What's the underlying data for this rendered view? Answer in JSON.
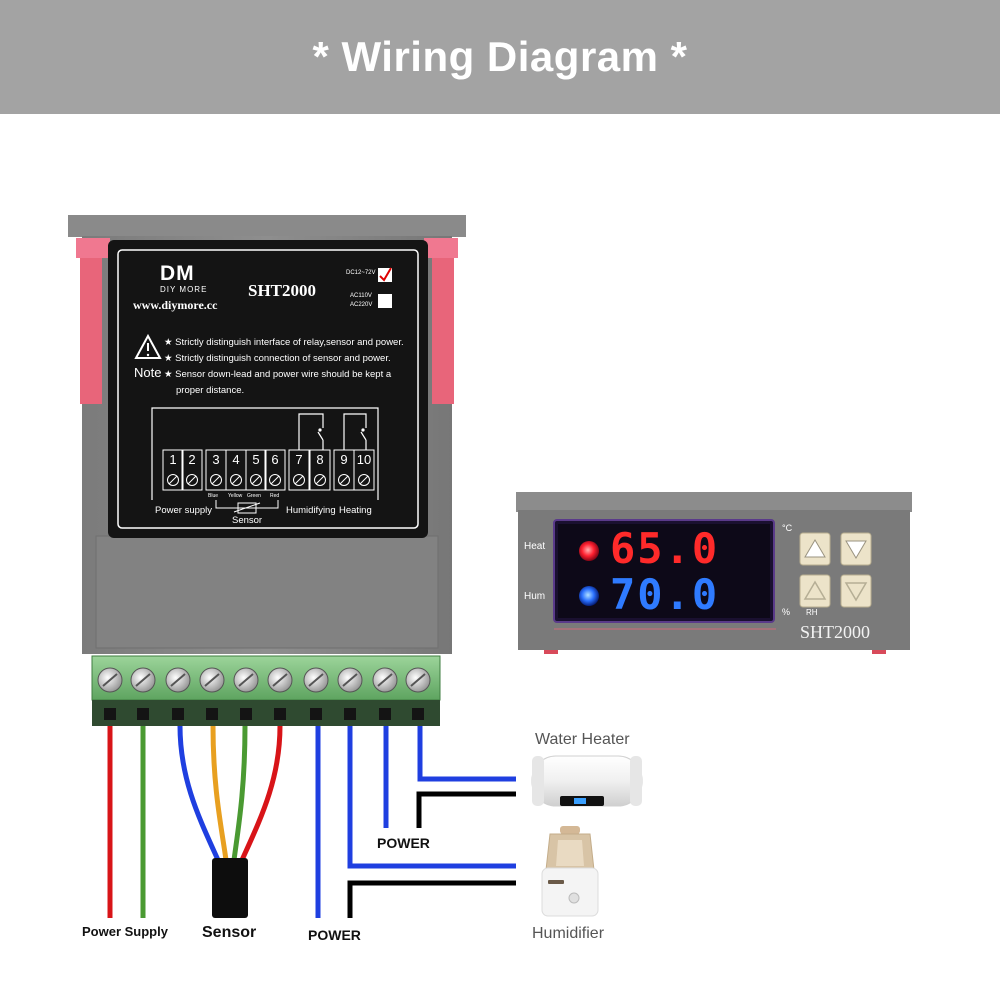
{
  "header": {
    "title": "* Wiring Diagram *"
  },
  "controller_label": {
    "brand_logo": "DM",
    "brand_sub": "DIY MORE",
    "website": "www.diymore.cc",
    "model": "SHT2000",
    "voltage_options": [
      "DC12~72V",
      "AC110V",
      "AC220V"
    ],
    "note_label": "Note",
    "notes": [
      "Strictly distinguish interface of relay,sensor and power.",
      "Strictly distinguish connection of sensor and power.",
      "Sensor down-lead and power wire should be kept a",
      "proper distance."
    ],
    "terminals": [
      "1",
      "2",
      "3",
      "4",
      "5",
      "6",
      "7",
      "8",
      "9",
      "10"
    ],
    "sensor_wire_colors": [
      "Blue",
      "Yellow",
      "Green",
      "Red"
    ],
    "group_labels": [
      "Power supply",
      "Sensor",
      "Humidifying",
      "Heating"
    ]
  },
  "display_panel": {
    "heat_label": "Heat",
    "hum_label": "Hum",
    "temp_value": "65.0",
    "hum_value": "70.0",
    "temp_unit": "°C",
    "hum_unit": "%",
    "rh_label": "RH",
    "model": "SHT2000"
  },
  "labels": {
    "power_supply": "Power Supply",
    "sensor": "Sensor",
    "power_bottom": "POWER",
    "power_mid": "POWER",
    "water_heater": "Water Heater",
    "humidifier": "Humidifier"
  },
  "wire_colors": {
    "red": "#d81418",
    "green": "#4a9a32",
    "blue": "#1f3fe0",
    "yellow": "#e8a020",
    "black": "#000000"
  }
}
